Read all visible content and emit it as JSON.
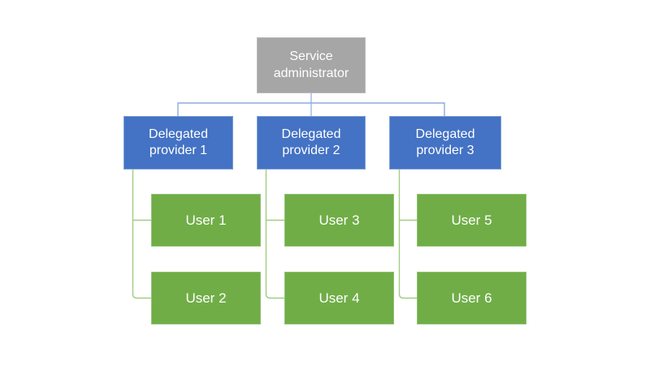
{
  "diagram": {
    "root": {
      "label": "Service\nadministrator"
    },
    "providers": [
      {
        "label": "Delegated\nprovider 1",
        "users": [
          "User 1",
          "User 2"
        ]
      },
      {
        "label": "Delegated\nprovider  2",
        "users": [
          "User 3",
          "User 4"
        ]
      },
      {
        "label": "Delegated\nprovider  3",
        "users": [
          "User 5",
          "User 6"
        ]
      }
    ],
    "colors": {
      "root_fill": "#A6A6A6",
      "provider_fill": "#4472C4",
      "user_fill": "#70AD47",
      "blue_line": "#8FAADC",
      "blue_line_light": "#A9C1E8",
      "green_line": "#A2CD85",
      "text_color": "#FFFFFF"
    }
  }
}
